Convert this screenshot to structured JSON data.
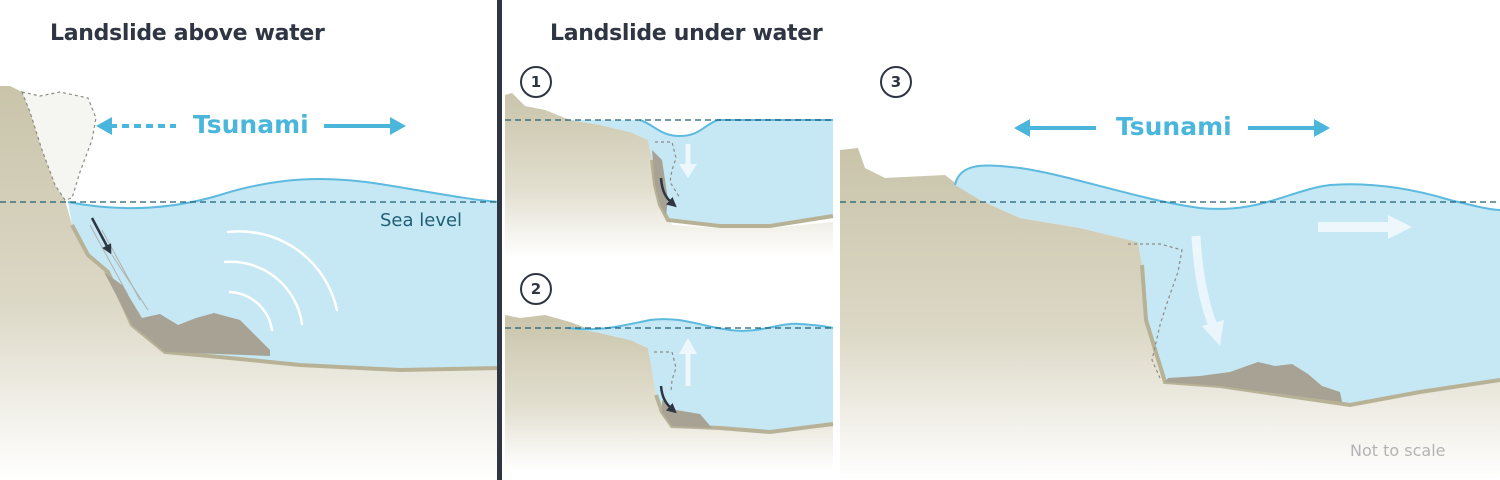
{
  "panels": {
    "above": {
      "title": "Landslide above water",
      "tsunami_label": "Tsunami",
      "sea_level_label": "Sea level"
    },
    "under": {
      "title": "Landslide under water",
      "steps": [
        "1",
        "2"
      ]
    },
    "result": {
      "step": "3",
      "tsunami_label": "Tsunami",
      "note": "Not to scale"
    }
  },
  "colors": {
    "water": "#c6e7f4",
    "water_edge": "#5cbadf",
    "land": "#c9c4aa",
    "seabed_edge": "#b7b296",
    "debris": "#a7a294",
    "text_dark": "#2f3542",
    "tsunami_blue": "#4ab6dc",
    "sea_level_line": "#1f5f73"
  },
  "icons": [
    "arrow-left-icon",
    "arrow-right-icon",
    "down-arrow-icon",
    "up-arrow-icon",
    "curved-down-arrow-icon"
  ]
}
